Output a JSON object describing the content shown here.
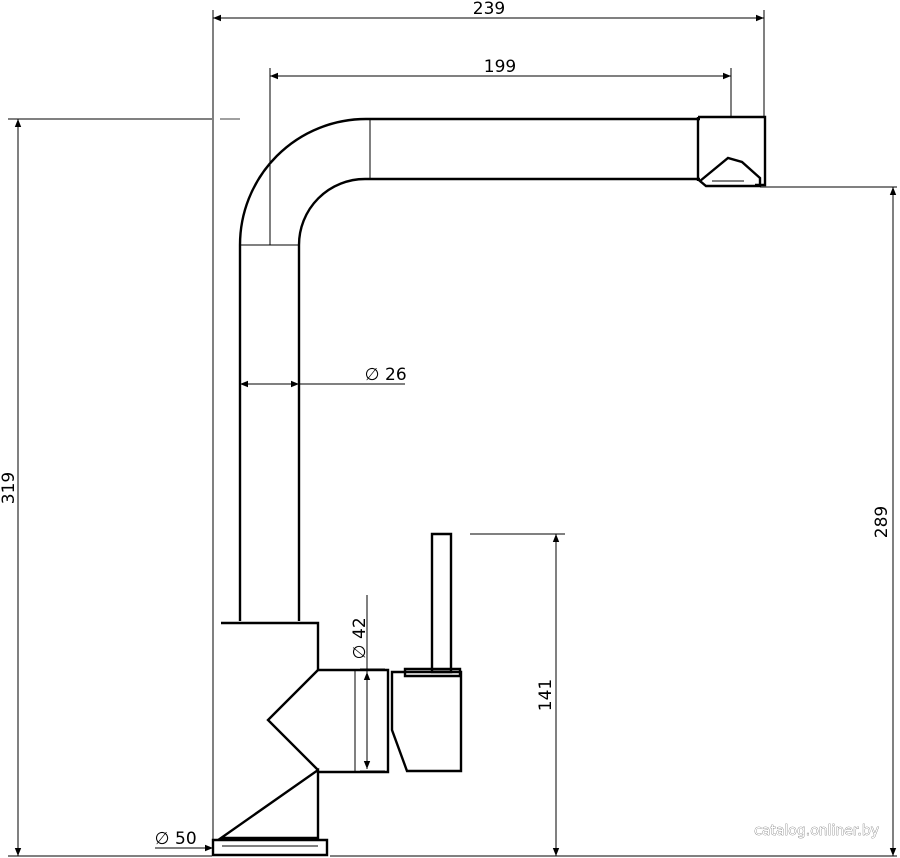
{
  "dimensions": {
    "total_width": "239",
    "spout_reach": "199",
    "spout_diameter": "26",
    "lever_diameter": "42",
    "base_diameter": "50",
    "total_height": "319",
    "spout_height": "289",
    "lever_height": "141"
  },
  "diameter_symbol": "∅",
  "watermark": "catalog.onliner.by"
}
